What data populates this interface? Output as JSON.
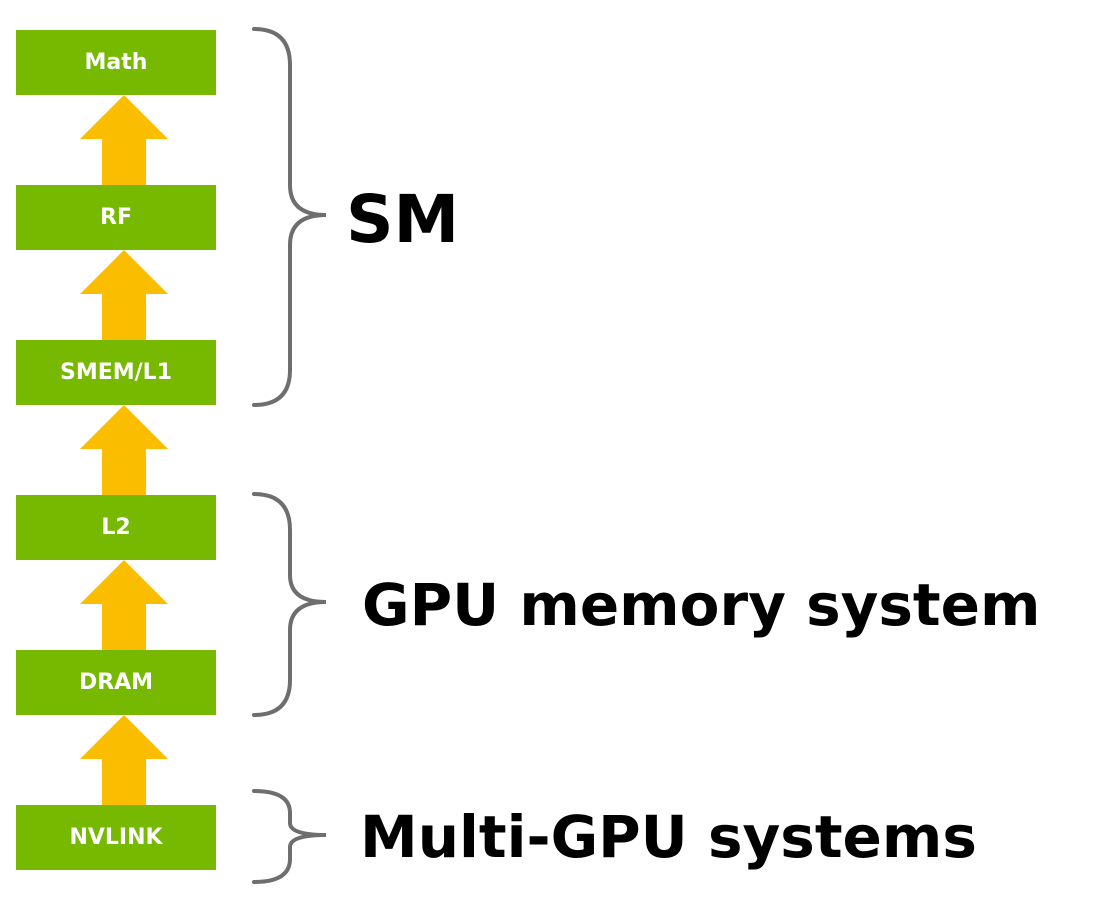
{
  "colors": {
    "box_fill": "#76b900",
    "arrow_fill": "#fbbd00",
    "brace_stroke": "#6e6e6e",
    "box_text": "#ffffff",
    "label_text": "#000000"
  },
  "stack": [
    {
      "label": "Math"
    },
    {
      "label": "RF"
    },
    {
      "label": "SMEM/L1"
    },
    {
      "label": "L2"
    },
    {
      "label": "DRAM"
    },
    {
      "label": "NVLINK"
    }
  ],
  "groups": [
    {
      "label": "SM"
    },
    {
      "label": "GPU memory system"
    },
    {
      "label": "Multi-GPU systems"
    }
  ]
}
